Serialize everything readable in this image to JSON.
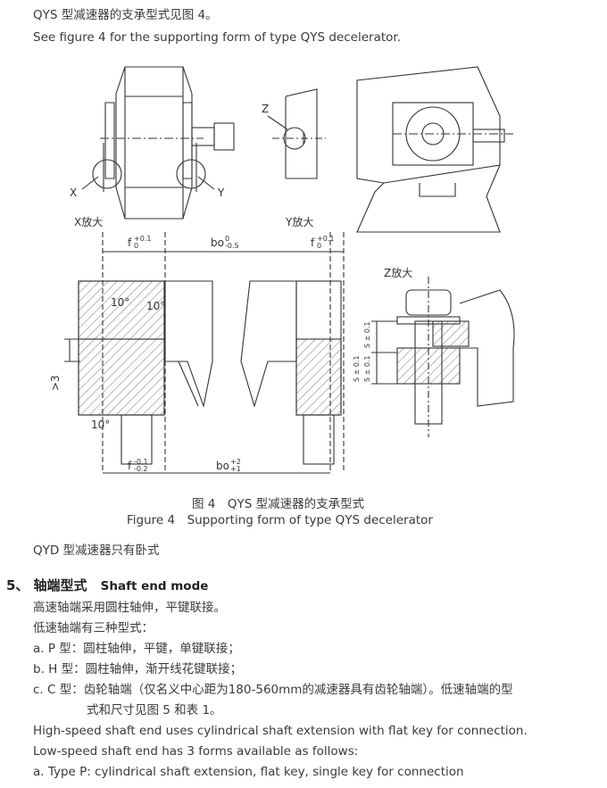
{
  "intro": {
    "cn": "QYS 型减速器的支承型式见图 4。",
    "en": "See figure 4 for the supporting form of type QYS decelerator."
  },
  "figure": {
    "labels": {
      "x": "X",
      "y": "Y",
      "z": "Z",
      "x_enlarged": "X放大",
      "y_enlarged": "Y放大",
      "z_enlarged": "Z放大",
      "f_top": "f",
      "f_top_sup": "+0.1",
      "f_top_sub": "0",
      "bo_top": "bo",
      "bo_top_sup": "0",
      "bo_top_sub": "-0.5",
      "f_top_right": "f",
      "f_top_right_sup": "+0.1",
      "f_top_right_sub": "0",
      "angle_1": "10°",
      "angle_2": "10°",
      "angle_3": "10°",
      "gt3": ">3",
      "f_bottom": "f",
      "f_bottom_sup": "-0.1",
      "f_bottom_sub": "-0.2",
      "bo_bottom": "bo",
      "bo_bottom_sup": "+2",
      "bo_bottom_sub": "+1",
      "s1": "S ± 0.1",
      "s2": "S ± 0.1",
      "s3": "S ± 0.1"
    },
    "caption_cn": "图 4　QYS 型减速器的支承型式",
    "caption_en": "Figure 4　Supporting form of type QYS decelerator"
  },
  "qyd_note": "QYD 型减速器只有卧式",
  "section": {
    "number": "5、",
    "title_cn": "轴端型式",
    "title_en": "Shaft end mode",
    "lines_cn": [
      "高速轴端采用圆柱轴伸，平键联接。",
      "低速轴端有三种型式：",
      "a. P 型：圆柱轴伸，平键，单键联接；",
      "b. H 型：圆柱轴伸，渐开线花键联接；",
      "c. C 型：齿轮轴端（仅名义中心距为180-560mm的减速器具有齿轮轴端）。低速轴端的型",
      "式和尺寸见图 5 和表 1。"
    ],
    "lines_en": [
      "High-speed shaft end uses cylindrical shaft extension with flat key for connection.",
      "Low-speed shaft end has 3 forms available as follows:",
      "a. Type P: cylindrical shaft extension, flat key, single key for connection"
    ]
  }
}
